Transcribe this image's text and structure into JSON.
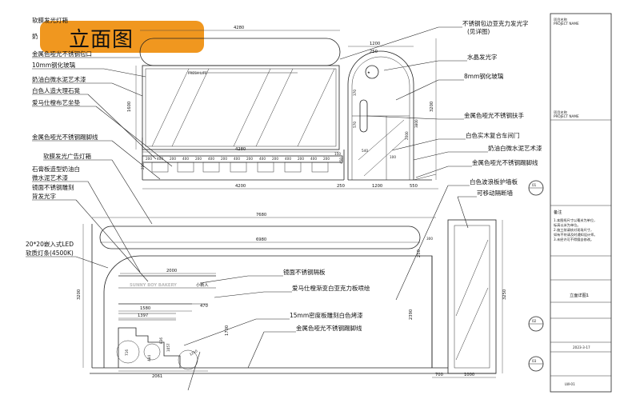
{
  "title_badge": "立面图",
  "top_elevation": {
    "labels_left": [
      "软膜发光灯箱",
      "奶",
      "金属色哑光不锈钢包口",
      "10mm钢化玻璃",
      "奶油白微水泥艺术漆",
      "白色人造大理石凳",
      "爱马仕橙布艺坐垫",
      "金属色哑光不锈钢踢脚线",
      "软膜发光广告灯箱",
      "石膏板造型奶油白",
      "微水泥艺术漆",
      "镜面不锈钢雕刻",
      "背发光字"
    ],
    "labels_right": [
      "不锈钢包边亚克力发光字",
      "(见详图)",
      "水晶发光字",
      "8mm钢化玻璃",
      "金属色哑光不锈钢扶手",
      "白色实木复合车间门",
      "奶油白微水泥艺术漆",
      "金属色哑光不锈钢踢脚线"
    ],
    "dims": {
      "top_width": "4280",
      "inner_width": "4280",
      "height_left": "1600",
      "door_top": "1200",
      "door_sub": "250",
      "door_h1": "370",
      "door_h2": "570",
      "door_h3": "2700",
      "door_h4": "3800",
      "total_h": "3200",
      "door_w": "1200",
      "w_250": "250",
      "w_550": "550",
      "bottom_width": "4200",
      "h_450": "450",
      "d_150": "150",
      "d_540": "540",
      "d_100": "100",
      "seg_200": "200",
      "seg_400": "400",
      "seg_220": "220"
    },
    "shop_sign": "FRESH LIFE"
  },
  "bottom_elevation": {
    "labels_left": [
      "20*20嵌入式LED",
      "软质灯条(4500K)"
    ],
    "labels_right_top": [
      "白色波浪板护墙板",
      "可移动隔断墙"
    ],
    "labels_center": [
      "镜面不锈钢隔板",
      "爱马仕橙渐变白亚克力板喷绘",
      "15mm密度板雕刻白色烤漆",
      "金属色哑光不锈钢踢脚线"
    ],
    "shop_sign": "SUNNY BOY BAKERY",
    "shop_sign_cn": "小新人",
    "dims": {
      "total_width": "7680",
      "inner_width": "6980",
      "w_2000": "2000",
      "w_1580": "1580",
      "w_1397": "1397",
      "w_470": "470",
      "w_2061": "2061",
      "w_700": "700",
      "w_1000": "1000",
      "h_3200": "3200",
      "h_3250": "3250",
      "h_2390": "2390",
      "h_1700": "1700",
      "h_250": "250",
      "h_300": "300",
      "h_716": "716",
      "h_484": "484",
      "h_836": "836",
      "h_1057": "1057",
      "h_1250": "1250"
    }
  },
  "title_block": {
    "top_small": [
      "项目名称",
      "PROJECT NAME"
    ],
    "notes_title": "备注",
    "notes_text": [
      "1.本图纸尺寸以毫米为单位，",
      "  标高以米为单位。",
      "2.施工前请核对现场尺寸，",
      "  如有不符请及时通知设计师。",
      "3.未经许可不得擅自修改。"
    ],
    "drawing_name": "立面详图1",
    "date": "2023-3-17",
    "drawing_no": "LW-01"
  },
  "section_marks": [
    "01",
    "02",
    "03"
  ]
}
